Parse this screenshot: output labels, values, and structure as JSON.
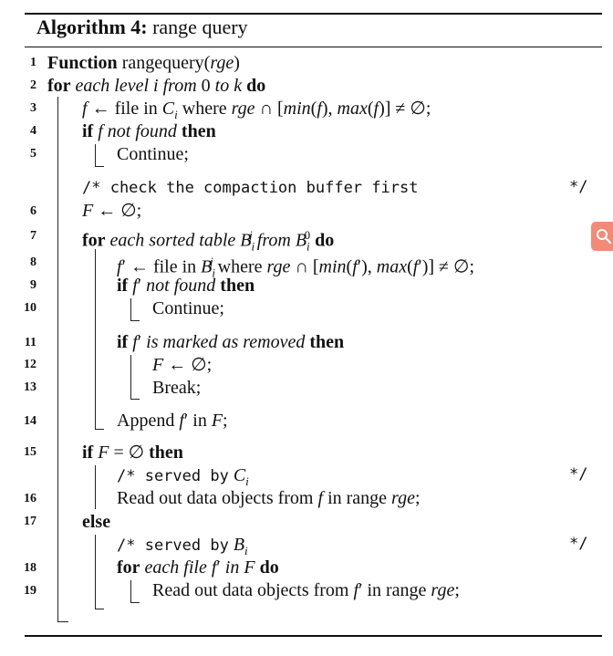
{
  "algorithm": {
    "label": "Algorithm 4:",
    "name": "range query"
  },
  "line_numbers": [
    "1",
    "2",
    "3",
    "4",
    "5",
    "6",
    "7",
    "8",
    "9",
    "10",
    "11",
    "12",
    "13",
    "14",
    "15",
    "16",
    "17",
    "18",
    "19"
  ],
  "comments": {
    "compaction": "/* check the compaction buffer first",
    "served_c": "/* served by",
    "served_b": "/* served by",
    "end": "*/"
  },
  "text": {
    "function_kw": "Function",
    "function_name": "rangequery(",
    "function_arg": "rge",
    "for_kw": "for",
    "do_kw": "do",
    "if_kw": "if",
    "then_kw": "then",
    "else_kw": "else",
    "continue": "Continue;",
    "break": "Break;",
    "append": "Append",
    "in": "in",
    "file_in": "file in",
    "where": "where",
    "read_out": "Read out data objects from",
    "in_range": "in range",
    "each_level": "each level",
    "from": "from",
    "to": "to",
    "not_found": "not found",
    "each_sorted_table": "each sorted table",
    "is_marked_removed": "is marked as removed",
    "each_file": "each file",
    "in_F": "in"
  },
  "icons": {
    "search": "search-icon"
  },
  "colors": {
    "search_widget": "#f28a78"
  }
}
